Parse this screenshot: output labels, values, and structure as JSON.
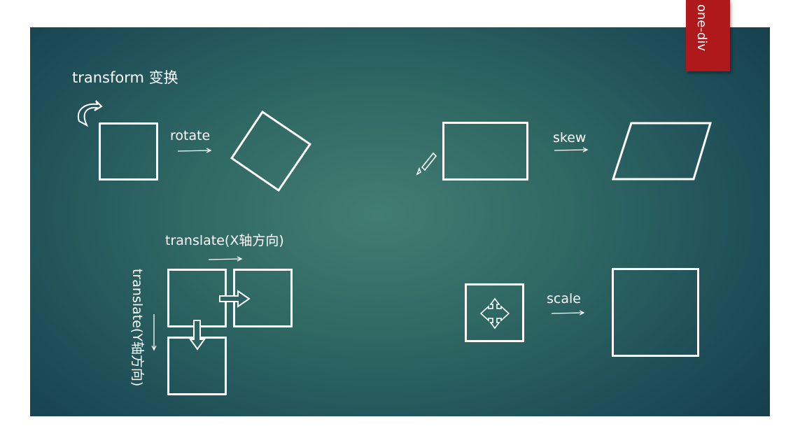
{
  "slide": {
    "heading": "transform 变换",
    "corner_tag": "one-div"
  },
  "operations": {
    "rotate": "rotate",
    "skew": "skew",
    "translate_x": "translate(X轴方向)",
    "translate_y": "translate(Y轴方向)",
    "scale": "scale"
  },
  "colors": {
    "background": "#2f6763",
    "tag": "#b0191c",
    "stroke": "#ffffff"
  }
}
